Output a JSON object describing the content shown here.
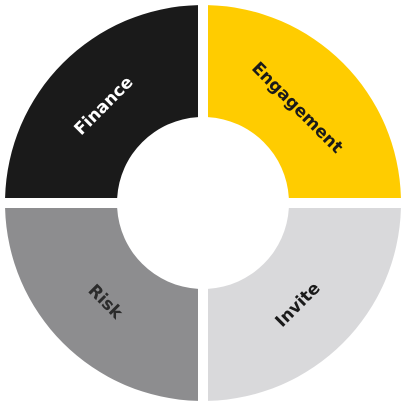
{
  "diagram": {
    "type": "segmented-ring",
    "segments": [
      {
        "id": "finance",
        "label": "Finance",
        "fill": "#1a1a1a",
        "text_color": "#ffffff"
      },
      {
        "id": "engagement",
        "label": "Engagement",
        "fill": "#ffcc00",
        "text_color": "#1a1a1a"
      },
      {
        "id": "invite",
        "label": "Invite",
        "fill": "#d9d9db",
        "text_color": "#1a1a1a"
      },
      {
        "id": "risk",
        "label": "Risk",
        "fill": "#8d8d8f",
        "text_color": "#2b2b2b"
      }
    ],
    "background": "#ffffff"
  }
}
